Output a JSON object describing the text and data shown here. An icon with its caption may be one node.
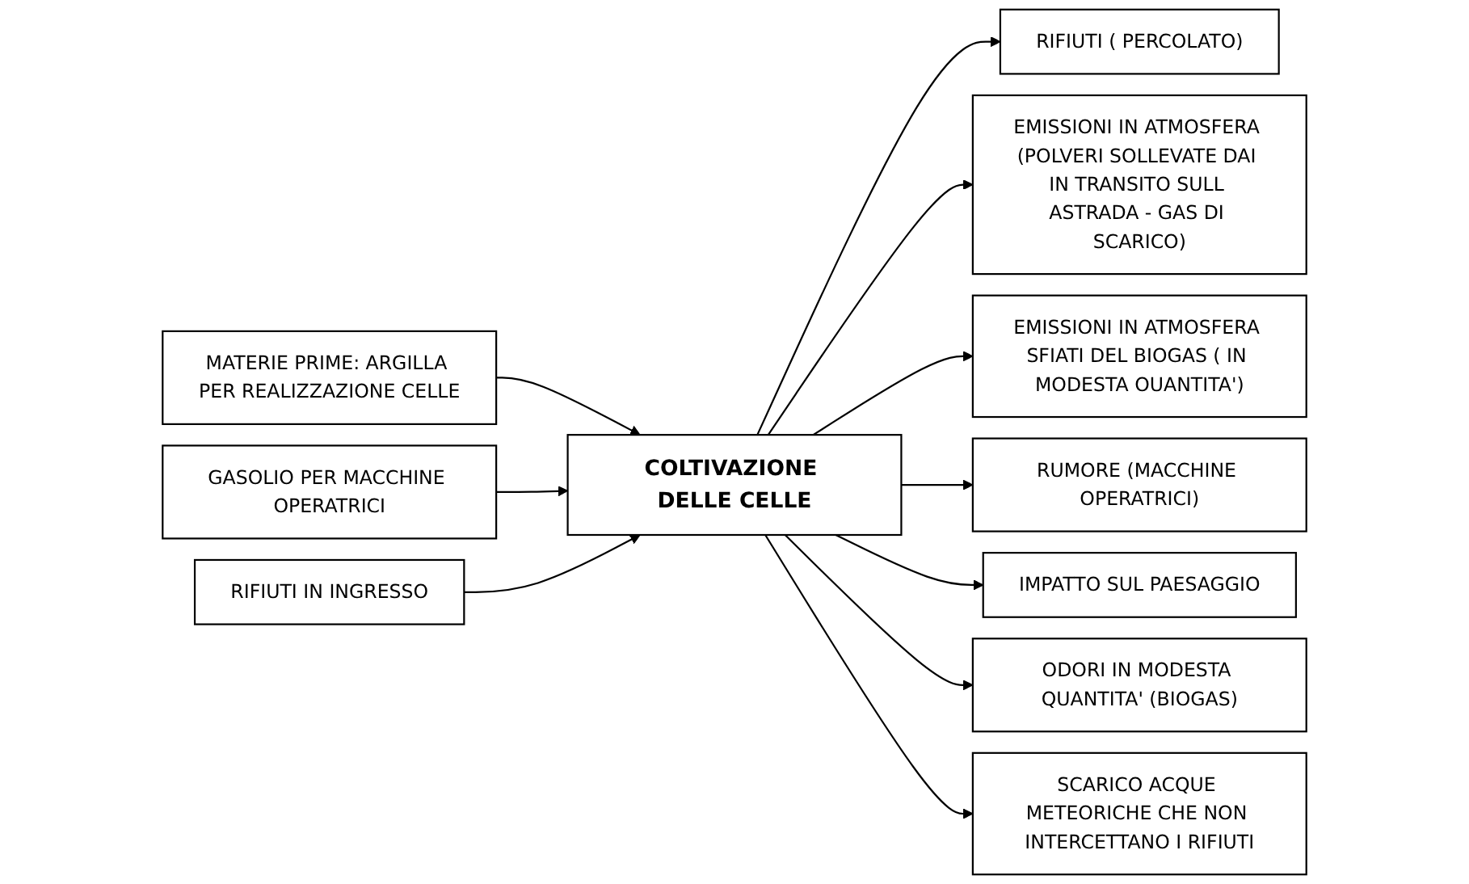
{
  "diagram": {
    "nodes": [
      {
        "text": [
          "MATERIE PRIME: ARGILLA PER REALIZZAZIONE CELLE"
        ]
      },
      {
        "text": [
          "GASOLIO PER MACCHINE OPERATRICI"
        ]
      },
      {
        "text": [
          "RIFIUTI IN INGRESSO"
        ]
      },
      {
        "text": [
          "COLTIVAZIONE DELLE CELLE"
        ]
      },
      {
        "text": [
          "RIFIUTI ( PERCOLATO)"
        ]
      },
      {
        "text": [
          "EMISSIONI IN ATMOSFERA (POLVERI SOLLEVATE DAI IN TRANSITO SULL ASTRADA - GAS DI SCARICO)"
        ]
      },
      {
        "text": [
          "EMISSIONI IN ATMOSFERA SFIATI DEL BIOGAS ( IN MODESTA OUANTITA')"
        ]
      },
      {
        "text": [
          "RUMORE (MACCHINE OPERATRICI)"
        ]
      },
      {
        "text": [
          "IMPATTO SUL PAESAGGIO"
        ]
      },
      {
        "text": [
          "ODORI IN MODESTA QUANTITA' (BIOGAS)"
        ]
      },
      {
        "text": [
          "SCARICO ACQUE METEORICHE CHE NON INTERCETTANO I RIFIUTI"
        ]
      }
    ],
    "edges": [
      {
        "from": 0,
        "to": 3,
        "arrow": "to"
      },
      {
        "from": 1,
        "to": 3,
        "arrow": "to"
      },
      {
        "from": 2,
        "to": 3,
        "arrow": "to"
      },
      {
        "from": 3,
        "to": 4,
        "arrow": "to"
      },
      {
        "from": 3,
        "to": 5,
        "arrow": "to"
      },
      {
        "from": 3,
        "to": 6,
        "arrow": "to"
      },
      {
        "from": 3,
        "to": 7,
        "arrow": "to"
      },
      {
        "from": 3,
        "to": 8,
        "arrow": "to"
      },
      {
        "from": 3,
        "to": 9,
        "arrow": "to"
      },
      {
        "from": 3,
        "to": 10,
        "arrow": "to"
      }
    ]
  }
}
